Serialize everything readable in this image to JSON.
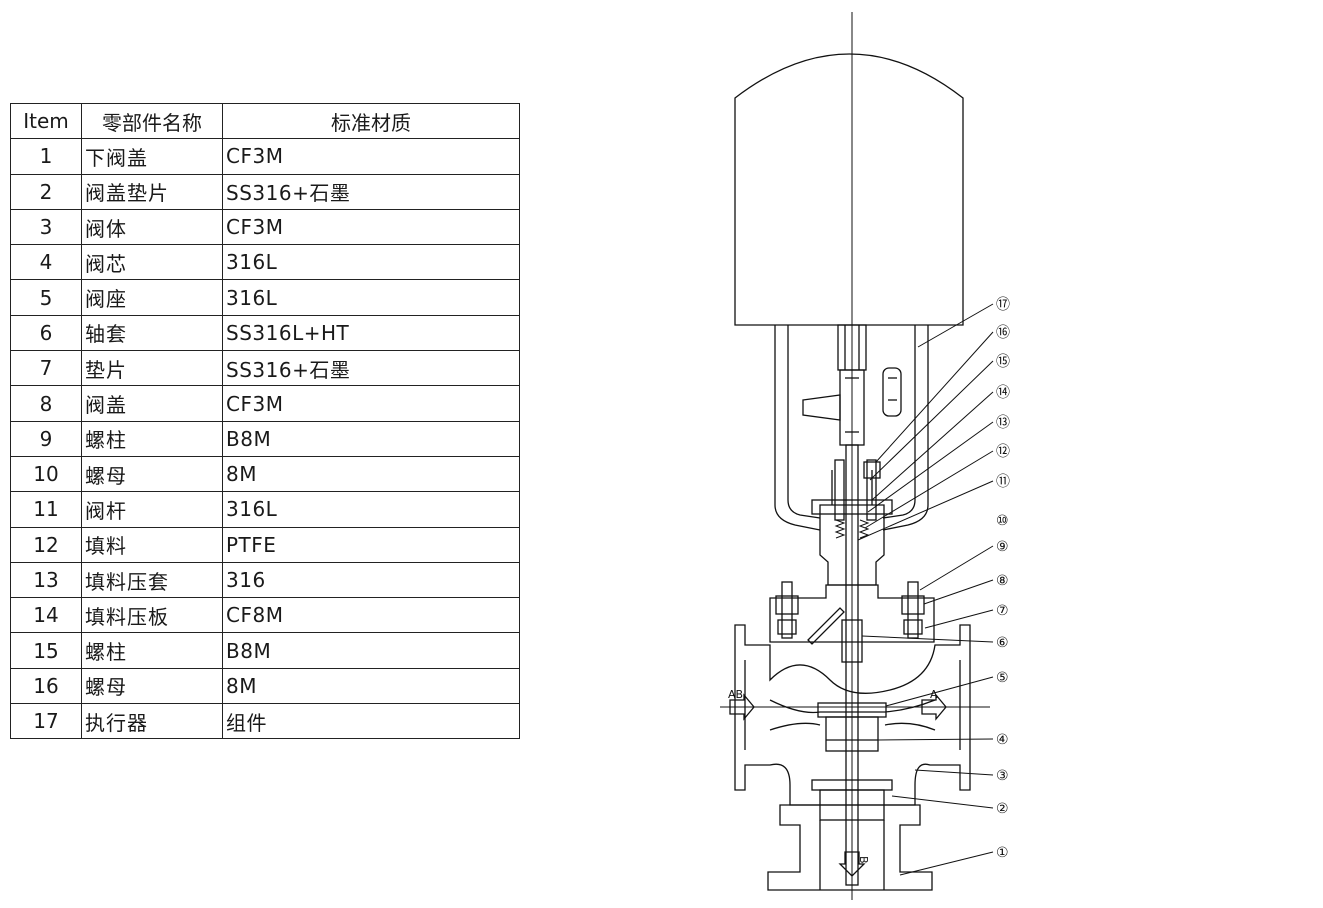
{
  "table": {
    "headers": [
      "Item",
      "零部件名称",
      "标准材质"
    ],
    "rows": [
      {
        "item": "1",
        "name": "下阀盖",
        "material": "CF3M"
      },
      {
        "item": "2",
        "name": "阀盖垫片",
        "material": "SS316+石墨"
      },
      {
        "item": "3",
        "name": "阀体",
        "material": "CF3M"
      },
      {
        "item": "4",
        "name": "阀芯",
        "material": "316L"
      },
      {
        "item": "5",
        "name": "阀座",
        "material": "316L"
      },
      {
        "item": "6",
        "name": "轴套",
        "material": "SS316L+HT"
      },
      {
        "item": "7",
        "name": "垫片",
        "material": "SS316+石墨"
      },
      {
        "item": "8",
        "name": "阀盖",
        "material": "CF3M"
      },
      {
        "item": "9",
        "name": "螺柱",
        "material": "B8M"
      },
      {
        "item": "10",
        "name": "螺母",
        "material": "8M"
      },
      {
        "item": "11",
        "name": "阀杆",
        "material": "316L"
      },
      {
        "item": "12",
        "name": "填料",
        "material": "PTFE"
      },
      {
        "item": "13",
        "name": "填料压套",
        "material": "316"
      },
      {
        "item": "14",
        "name": "填料压板",
        "material": "CF8M"
      },
      {
        "item": "15",
        "name": "螺柱",
        "material": "B8M"
      },
      {
        "item": "16",
        "name": "螺母",
        "material": "8M"
      },
      {
        "item": "17",
        "name": "执行器",
        "material": "组件"
      }
    ]
  },
  "diagram": {
    "callouts": [
      "⑰",
      "⑯",
      "⑮",
      "⑭",
      "⑬",
      "⑫",
      "⑪",
      "⑩",
      "⑨",
      "⑧",
      "⑦",
      "⑥",
      "⑤",
      "④",
      "③",
      "②",
      "①"
    ],
    "port_labels": {
      "left": "AB",
      "right": "A",
      "bottom": "B"
    }
  }
}
